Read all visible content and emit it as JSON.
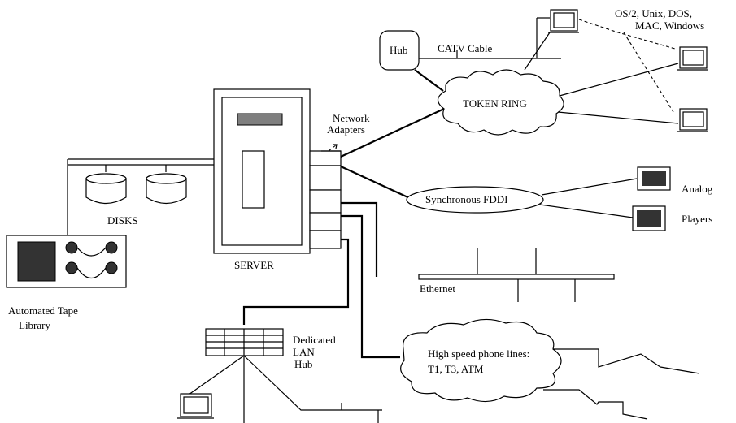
{
  "labels": {
    "hub": "Hub",
    "catv_cable": "CATV Cable",
    "os_line1": "OS/2, Unix, DOS,",
    "os_line2": "MAC, Windows",
    "network_adapters_1": "Network",
    "network_adapters_2": "Adapters",
    "token_ring": "TOKEN RING",
    "synchronous_fddi": "Synchronous FDDI",
    "analog": "Analog",
    "players": "Players",
    "disks": "DISKS",
    "server": "SERVER",
    "ethernet": "Ethernet",
    "automated_tape_1": "Automated Tape",
    "automated_tape_2": "Library",
    "dedicated_1": "Dedicated",
    "dedicated_2": "LAN",
    "dedicated_3": "Hub",
    "high_speed_1": "High speed phone lines:",
    "high_speed_2": "T1, T3, ATM"
  },
  "colors": {
    "line": "#000000",
    "fill_dark": "#333333",
    "fill_gray": "#7f7f7f",
    "background": "#ffffff"
  }
}
